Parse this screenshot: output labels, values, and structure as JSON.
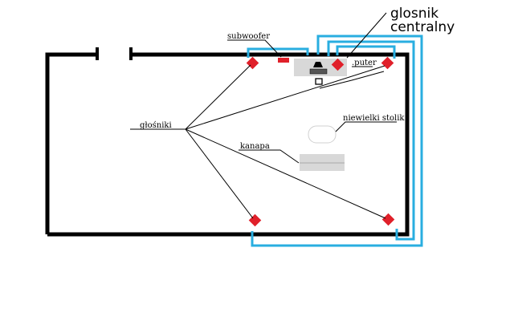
{
  "title": "Room speaker layout",
  "labels": {
    "subwoofer": "subwoofer",
    "center_speaker_line1": "glosnik",
    "center_speaker_line2": "centralny",
    "computer": ".puter",
    "speakers": "głośniki",
    "small_table": "niewielki stolik",
    "couch": "kanapa"
  },
  "colors": {
    "wall": "#000000",
    "cable": "#29aee0",
    "speaker": "#e0202a",
    "furniture": "#d8d8d8",
    "table_outline": "#d0d0d0",
    "leader": "#000000"
  },
  "speakers": [
    {
      "id": "front-left",
      "name": "front-left-speaker"
    },
    {
      "id": "front-center",
      "name": "center-speaker"
    },
    {
      "id": "front-right",
      "name": "front-right-speaker"
    },
    {
      "id": "rear-left",
      "name": "rear-left-speaker"
    },
    {
      "id": "rear-right",
      "name": "rear-right-speaker"
    }
  ]
}
